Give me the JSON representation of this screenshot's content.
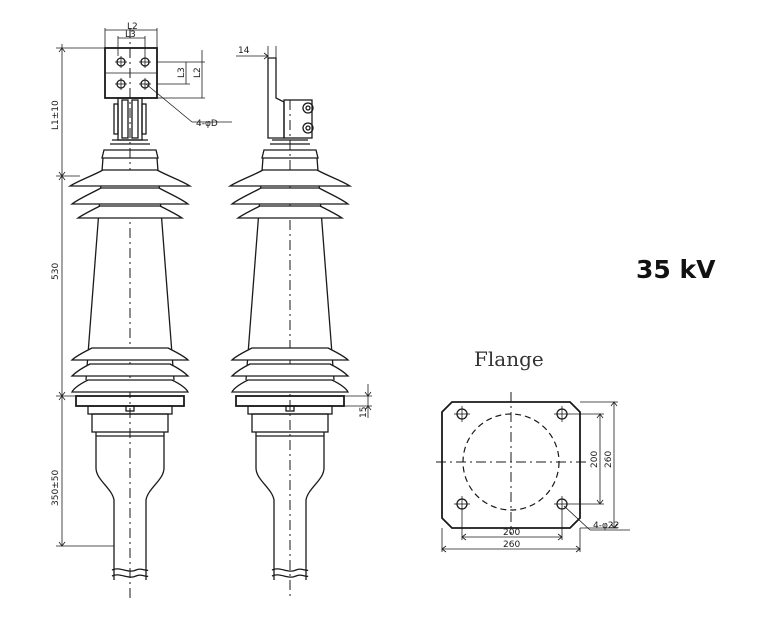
{
  "labels": {
    "voltage": "35 kV",
    "flange_title": "Flange",
    "dim_L2": "L2",
    "dim_L3": "L3",
    "dim_L3_side": "L3",
    "dim_L2_side": "L2",
    "dim_hole_terminal": "4-φD",
    "dim_L1": "L1±10",
    "dim_530": "530",
    "dim_bottom": "350±50",
    "dim_14": "14",
    "dim_15": "15",
    "dim_200_h": "200",
    "dim_260_h": "260",
    "dim_200_v": "200",
    "dim_260_v": "260",
    "dim_hole_flange": "4-φ22"
  }
}
